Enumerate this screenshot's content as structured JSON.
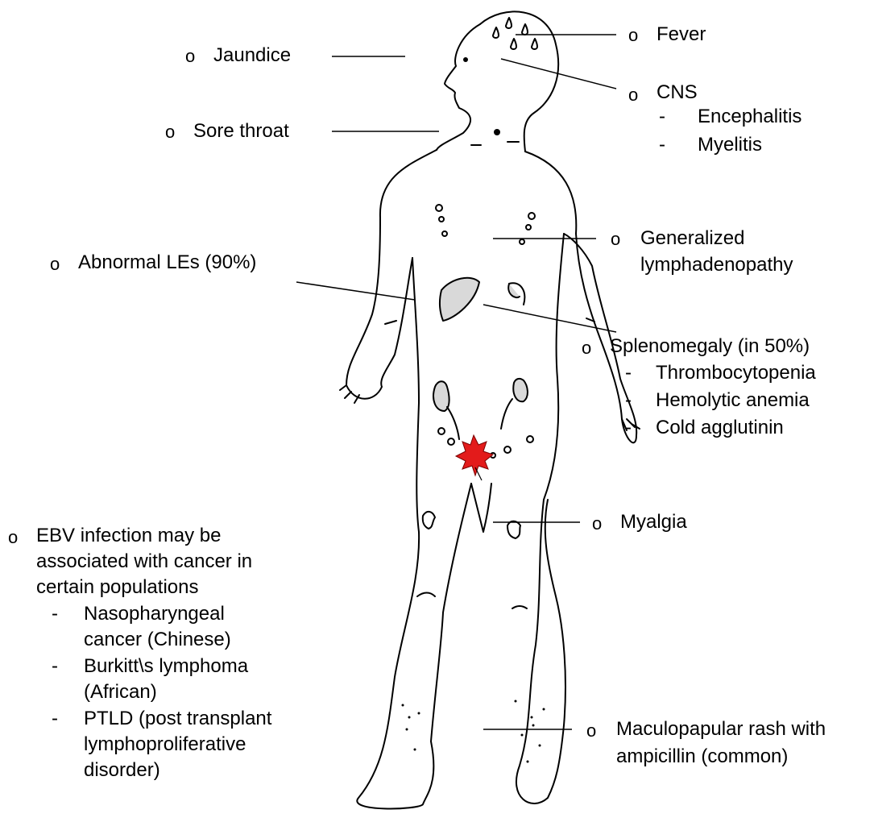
{
  "bullet": "o",
  "dash": "-",
  "labels": {
    "jaundice": "Jaundice",
    "fever": "Fever",
    "cns": "CNS",
    "cns_items": [
      "Encephalitis",
      "Myelitis"
    ],
    "sore_throat": "Sore throat",
    "lymph_line1": "Generalized",
    "lymph_line2": "lymphadenopathy",
    "abnormal_les": "Abnormal LEs (90%)",
    "spleno": "Splenomegaly (in 50%)",
    "spleno_items": [
      "Thrombocytopenia",
      "Hemolytic anemia",
      "Cold agglutinin"
    ],
    "myalgia": "Myalgia",
    "ebv_lines": [
      "EBV infection may be",
      "associated with cancer in",
      "certain populations"
    ],
    "ebv_items": [
      [
        "Nasopharyngeal",
        "cancer (Chinese)"
      ],
      [
        "Burkitt\\s lymphoma",
        "(African)"
      ],
      [
        "PTLD (post transplant",
        "lymphoproliferative",
        "disorder)"
      ]
    ],
    "rash_line1": "Maculopapular rash with",
    "rash_line2": "ampicillin (common)"
  },
  "colors": {
    "ink": "#000000",
    "organ_fill": "#d9d9d9",
    "leaf": "#e31b1b"
  }
}
